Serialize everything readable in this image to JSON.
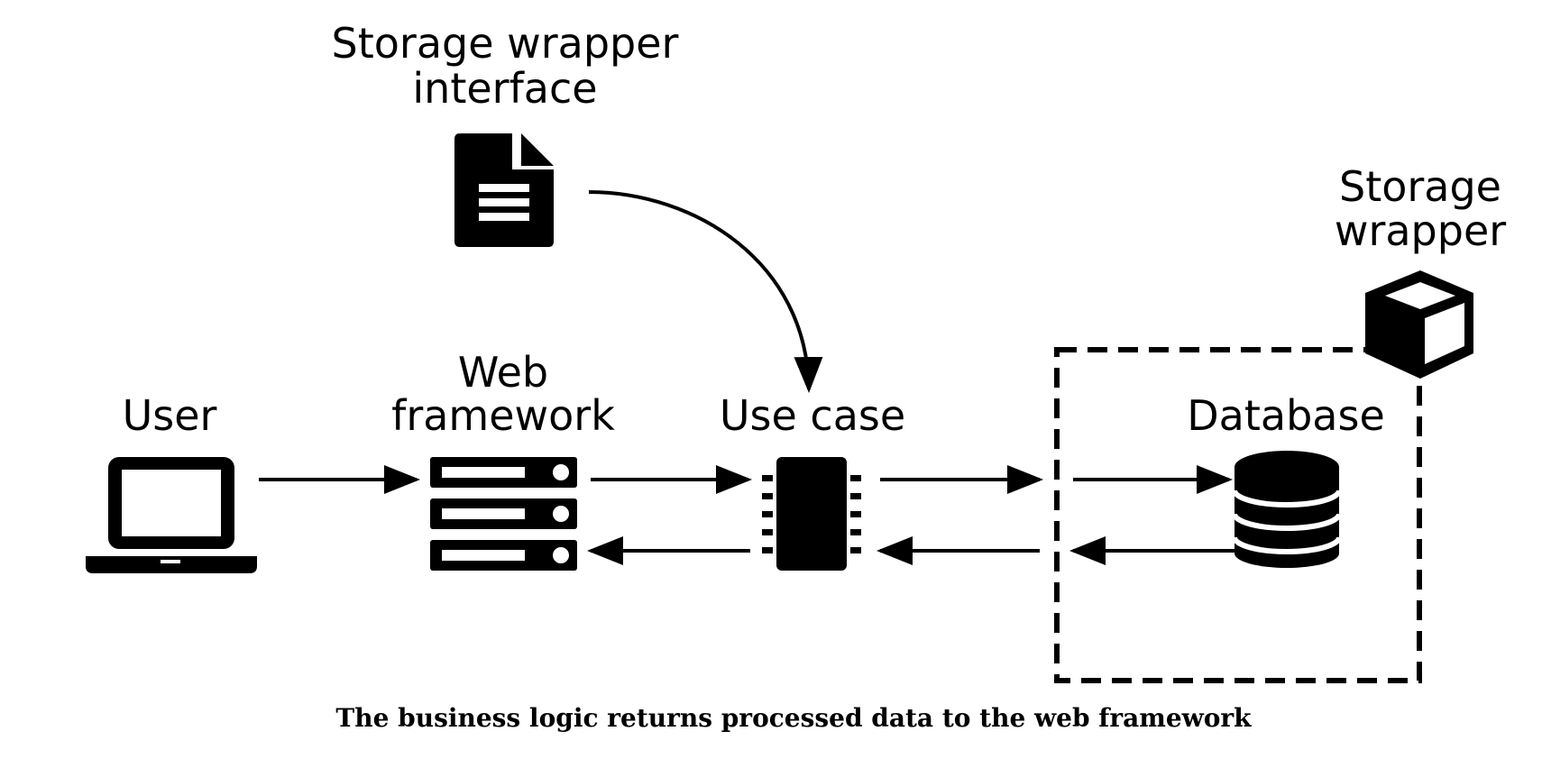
{
  "labels": {
    "storage_wrapper_interface": [
      "Storage wrapper",
      "interface"
    ],
    "storage_wrapper": [
      "Storage",
      "wrapper"
    ],
    "user": "User",
    "web_framework": [
      "Web",
      "framework"
    ],
    "use_case": "Use case",
    "database": "Database"
  },
  "icons": {
    "document": "document-icon",
    "laptop": "laptop-icon",
    "server": "server-rack-icon",
    "chip": "chip-icon",
    "database": "database-icon",
    "cube": "cube-icon"
  },
  "caption": "The business logic returns processed data to the web framework",
  "colors": {
    "foreground": "#000000",
    "background": "#ffffff"
  }
}
